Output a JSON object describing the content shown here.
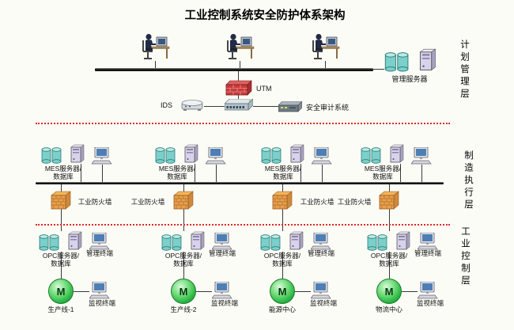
{
  "title": "工业控制系统安全防护体系架构",
  "layer_labels": {
    "planning": "计划管理层",
    "execution": "制造执行层",
    "control": "工业控制层"
  },
  "planning_layer": {
    "management_server": "管理服务器",
    "utm": "UTM",
    "ids": "IDS",
    "audit": "安全审计系统"
  },
  "mes_groups": [
    {
      "label_line1": "MES服务器/",
      "label_line2": "数据库"
    },
    {
      "label_line1": "MES服务器/",
      "label_line2": "数据库"
    },
    {
      "label_line1": "MES服务器/",
      "label_line2": "数据库"
    },
    {
      "label_line1": "MES服务器/",
      "label_line2": "数据库"
    }
  ],
  "firewalls": [
    {
      "label": "工业防火墙"
    },
    {
      "label": "工业防火墙"
    },
    {
      "label": "工业防火墙"
    },
    {
      "label": "工业防火墙"
    }
  ],
  "opc_groups": [
    {
      "label_line1": "OPC服务器/",
      "label_line2": "数据库",
      "terminal": "管理终端"
    },
    {
      "label_line1": "OPC服务器/",
      "label_line2": "数据库",
      "terminal": "管理终端"
    },
    {
      "label_line1": "OPC服务器/",
      "label_line2": "数据库",
      "terminal": "管理终端"
    },
    {
      "label_line1": "OPC服务器/",
      "label_line2": "数据库",
      "terminal": "管理终端"
    }
  ],
  "stations": [
    {
      "motor": "M",
      "name": "生产线-1",
      "terminal": "监视终端"
    },
    {
      "motor": "M",
      "name": "生产线-2",
      "terminal": "监视终端"
    },
    {
      "motor": "M",
      "name": "能源中心",
      "terminal": "监视终端"
    },
    {
      "motor": "M",
      "name": "物流中心",
      "terminal": "监视终端"
    }
  ]
}
